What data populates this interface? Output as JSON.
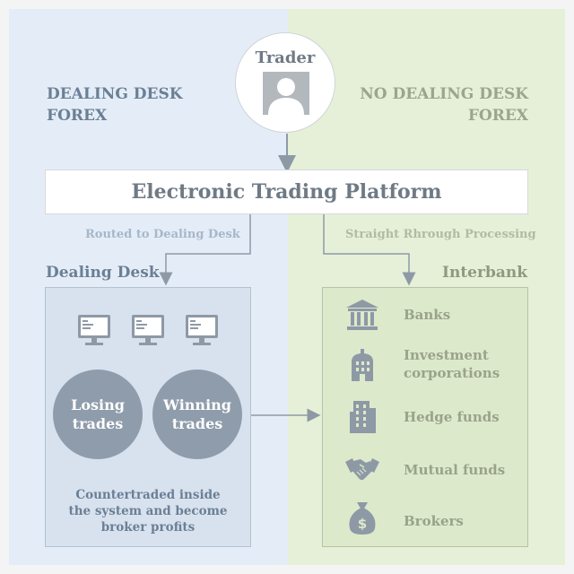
{
  "trader": {
    "label": "Trader",
    "icon": "user-avatar-icon"
  },
  "left_side": {
    "title_line1": "DEALING DESK",
    "title_line2": "FOREX"
  },
  "right_side": {
    "title_line1": "NO DEALING DESK",
    "title_line2": "FOREX"
  },
  "platform": {
    "label": "Electronic Trading Platform"
  },
  "routes": {
    "left": "Routed to Dealing Desk",
    "right": "Straight Rhrough Processing"
  },
  "dealing_desk": {
    "title": "Dealing Desk",
    "monitors": [
      "monitor-icon",
      "monitor-icon",
      "monitor-icon"
    ],
    "losing": {
      "line1": "Losing",
      "line2": "trades"
    },
    "winning": {
      "line1": "Winning",
      "line2": "trades"
    },
    "note": "Countertraded inside the system and become broker profits"
  },
  "interbank": {
    "title": "Interbank",
    "items": [
      {
        "icon": "bank-icon",
        "label_line1": "Banks",
        "label_line2": ""
      },
      {
        "icon": "corporation-building-icon",
        "label_line1": "Investment",
        "label_line2": "corporations"
      },
      {
        "icon": "skyscraper-icon",
        "label_line1": "Hedge funds",
        "label_line2": ""
      },
      {
        "icon": "handshake-icon",
        "label_line1": "Mutual funds",
        "label_line2": ""
      },
      {
        "icon": "money-bag-icon",
        "label_line1": "Brokers",
        "label_line2": ""
      }
    ]
  },
  "colors": {
    "left_bg": "#e4edf7",
    "right_bg": "#e6f0d8",
    "arrow": "#8e99a6",
    "circle": "#8f9cab",
    "icon_gray": "#8e99a6"
  }
}
